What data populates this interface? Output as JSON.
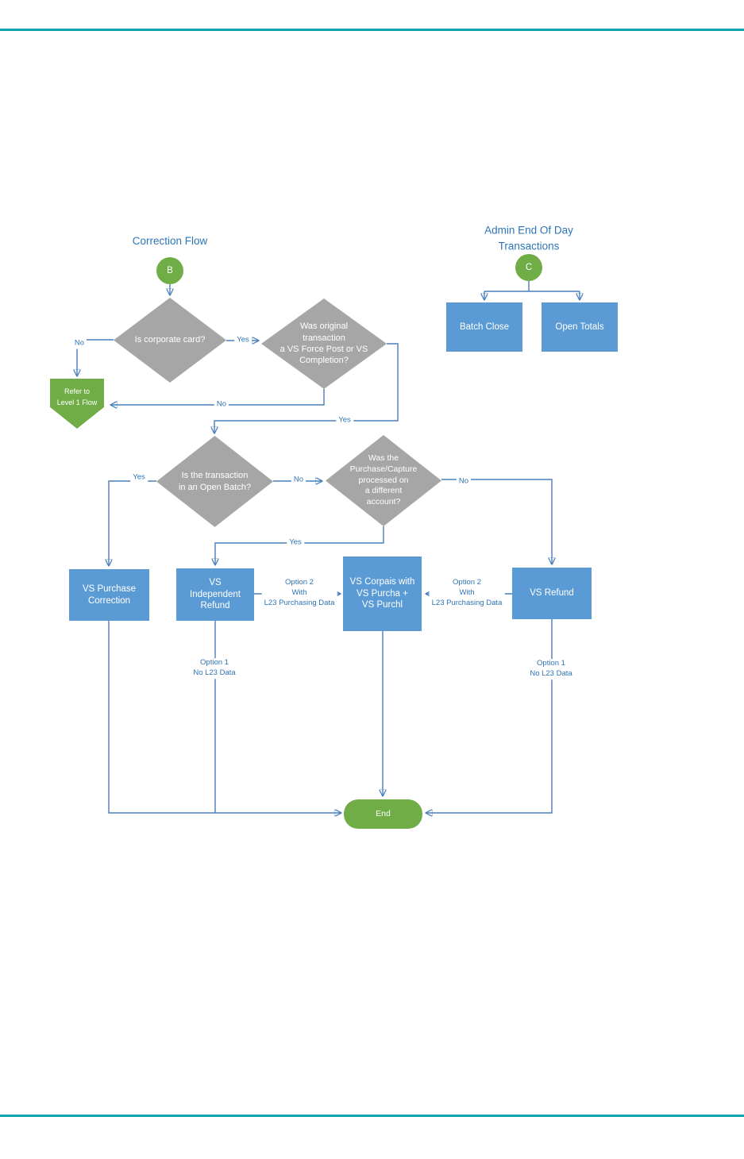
{
  "colors": {
    "accent_teal": "#0aa3b2",
    "node_green": "#70AD47",
    "node_gray": "#A6A6A6",
    "node_blue": "#5B9BD5",
    "connector_blue": "#4a7ebb",
    "title_blue": "#2E75B6"
  },
  "titles": {
    "correction_flow": "Correction Flow",
    "admin_eod": "Admin End Of Day\nTransactions"
  },
  "nodes": {
    "start_b": "B",
    "start_c": "C",
    "is_corporate_card": "Is corporate card?",
    "was_original_transaction": "Was original\ntransaction\na VS Force Post or VS\nCompletion?",
    "refer_level1": "Refer to\nLevel 1 Flow",
    "batch_close": "Batch Close",
    "open_totals": "Open Totals",
    "is_transaction_open_batch": "Is the transaction\nin an Open Batch?",
    "was_purchase_capture": "Was the\nPurchase/Capture\nprocessed on\na different\naccount?",
    "vs_purchase_correction": "VS Purchase\nCorrection",
    "vs_independent_refund": "VS\nIndependent\nRefund",
    "vs_corpais": "VS Corpais with\nVS Purcha +\nVS Purchl",
    "vs_refund": "VS Refund",
    "end": "End"
  },
  "edge_labels": {
    "d1_no": "No",
    "d1_yes": "Yes",
    "d2_no": "No",
    "d2_yes": "Yes",
    "d3_yes": "Yes",
    "d3_no": "No",
    "d4_no": "No",
    "d4_yes": "Yes",
    "opt2_left": "Option 2\nWith\nL23 Purchasing Data",
    "opt2_right": "Option 2\nWith\nL23 Purchasing Data",
    "opt1_left": "Option 1\nNo L23 Data",
    "opt1_right": "Option 1\nNo L23 Data"
  }
}
